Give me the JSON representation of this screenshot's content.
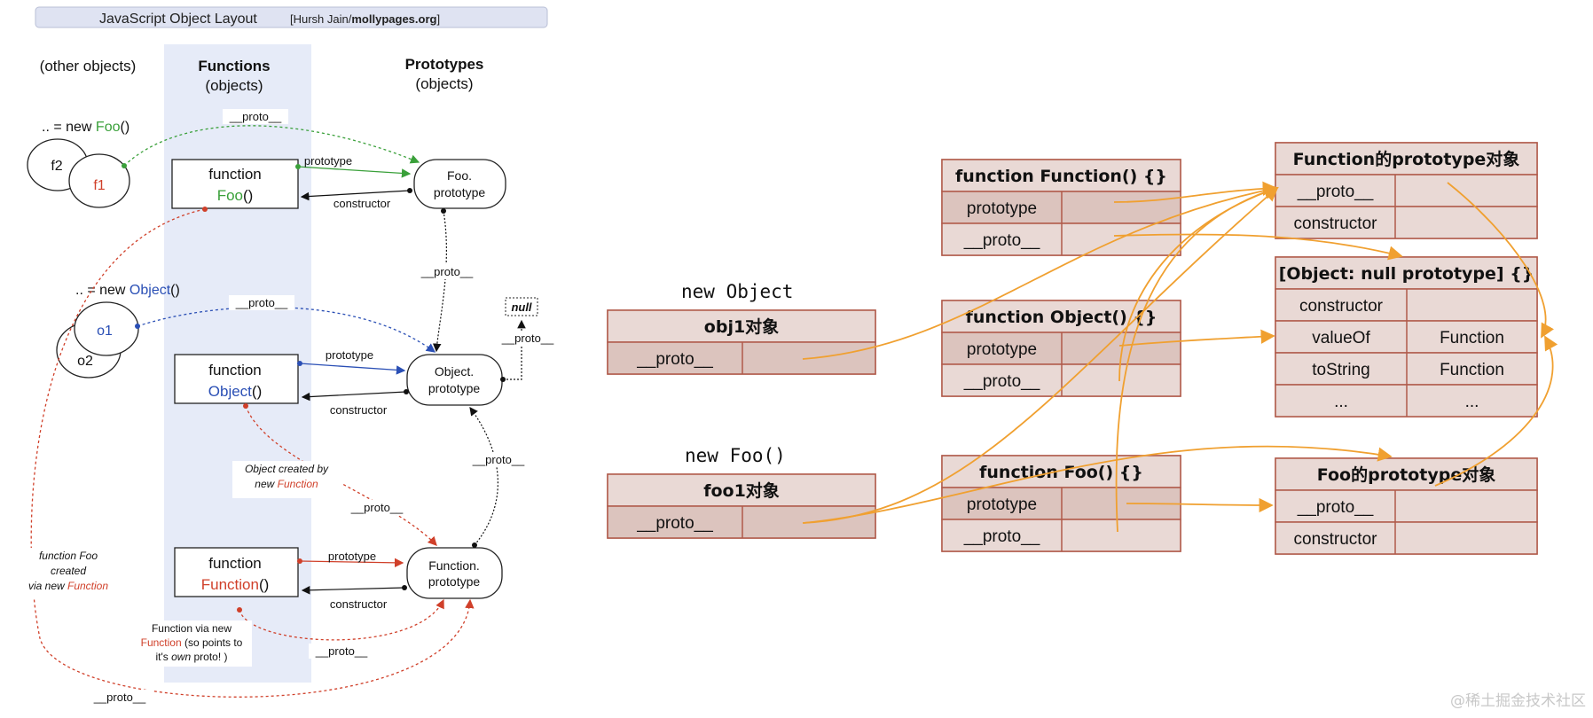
{
  "left": {
    "title": "JavaScript Object Layout",
    "credit_prefix": "[Hursh Jain/",
    "credit_site": "mollypages.org",
    "credit_suffix": "]",
    "col_other": "(other objects)",
    "col_functions": "Functions",
    "col_functions_sub": "(objects)",
    "col_prototypes": "Prototypes",
    "col_prototypes_sub": "(objects)",
    "new_foo_prefix": ".. = new ",
    "new_foo_name": "Foo",
    "new_foo_suffix": "()",
    "new_object_prefix": ".. = new ",
    "new_object_name": "Object",
    "new_object_suffix": "()",
    "f2": "f2",
    "f1": "f1",
    "o1": "o1",
    "o2": "o2",
    "kw_function": "function",
    "foo": "Foo",
    "object": "Object",
    "function_name": "Function",
    "parens": "()",
    "foo_proto_1": "Foo.",
    "foo_proto_2": "prototype",
    "obj_proto_1": "Object.",
    "obj_proto_2": "prototype",
    "fn_proto_1": "Function.",
    "fn_proto_2": "prototype",
    "null": "null",
    "proto": "__proto__",
    "prototype": "prototype",
    "constructor": "constructor",
    "obj_created_1": "Object created by",
    "obj_created_2_prefix": "new ",
    "obj_created_2_name": "Function",
    "foo_created_1": "function Foo",
    "foo_created_2": "created",
    "foo_created_3_prefix": "via new ",
    "foo_created_3_name": "Function",
    "fn_via_1": "Function via new",
    "fn_via_2_name": "Function",
    "fn_via_2_suffix": " (so points to",
    "fn_via_3_prefix": "it's ",
    "fn_via_3_em": "own",
    "fn_via_3_suffix": " proto! )"
  },
  "right": {
    "new_object": "new Object",
    "new_foo": "new Foo()",
    "obj1": {
      "title": "obj1对象",
      "rows": [
        [
          "__proto__",
          ""
        ]
      ]
    },
    "foo1": {
      "title": "foo1对象",
      "rows": [
        [
          "__proto__",
          ""
        ]
      ]
    },
    "fn_function": {
      "title": "function Function() {}",
      "rows": [
        [
          "prototype",
          ""
        ],
        [
          "__proto__",
          ""
        ]
      ]
    },
    "fn_object": {
      "title": "function Object() {}",
      "rows": [
        [
          "prototype",
          ""
        ],
        [
          "__proto__",
          ""
        ]
      ]
    },
    "fn_foo": {
      "title": "function Foo() {}",
      "rows": [
        [
          "prototype",
          ""
        ],
        [
          "__proto__",
          ""
        ]
      ]
    },
    "function_proto": {
      "title": "Function的prototype对象",
      "rows": [
        [
          "__proto__",
          ""
        ],
        [
          "constructor",
          ""
        ]
      ]
    },
    "object_proto": {
      "title": "[Object: null prototype] {}",
      "rows": [
        [
          "constructor",
          ""
        ],
        [
          "valueOf",
          "Function"
        ],
        [
          "toString",
          "Function"
        ],
        [
          "...",
          "..."
        ]
      ]
    },
    "foo_proto": {
      "title": "Foo的prototype对象",
      "rows": [
        [
          "__proto__",
          ""
        ],
        [
          "constructor",
          ""
        ]
      ]
    }
  },
  "watermark": "@稀土掘金技术社区",
  "colors": {
    "green": "#3aa03a",
    "blue": "#2a4fb5",
    "red": "#d0402a",
    "orange": "#f0a030",
    "table_border": "#b05a4a",
    "table_fill": "#e9d9d5",
    "column_shade": "#e6ebf8"
  }
}
